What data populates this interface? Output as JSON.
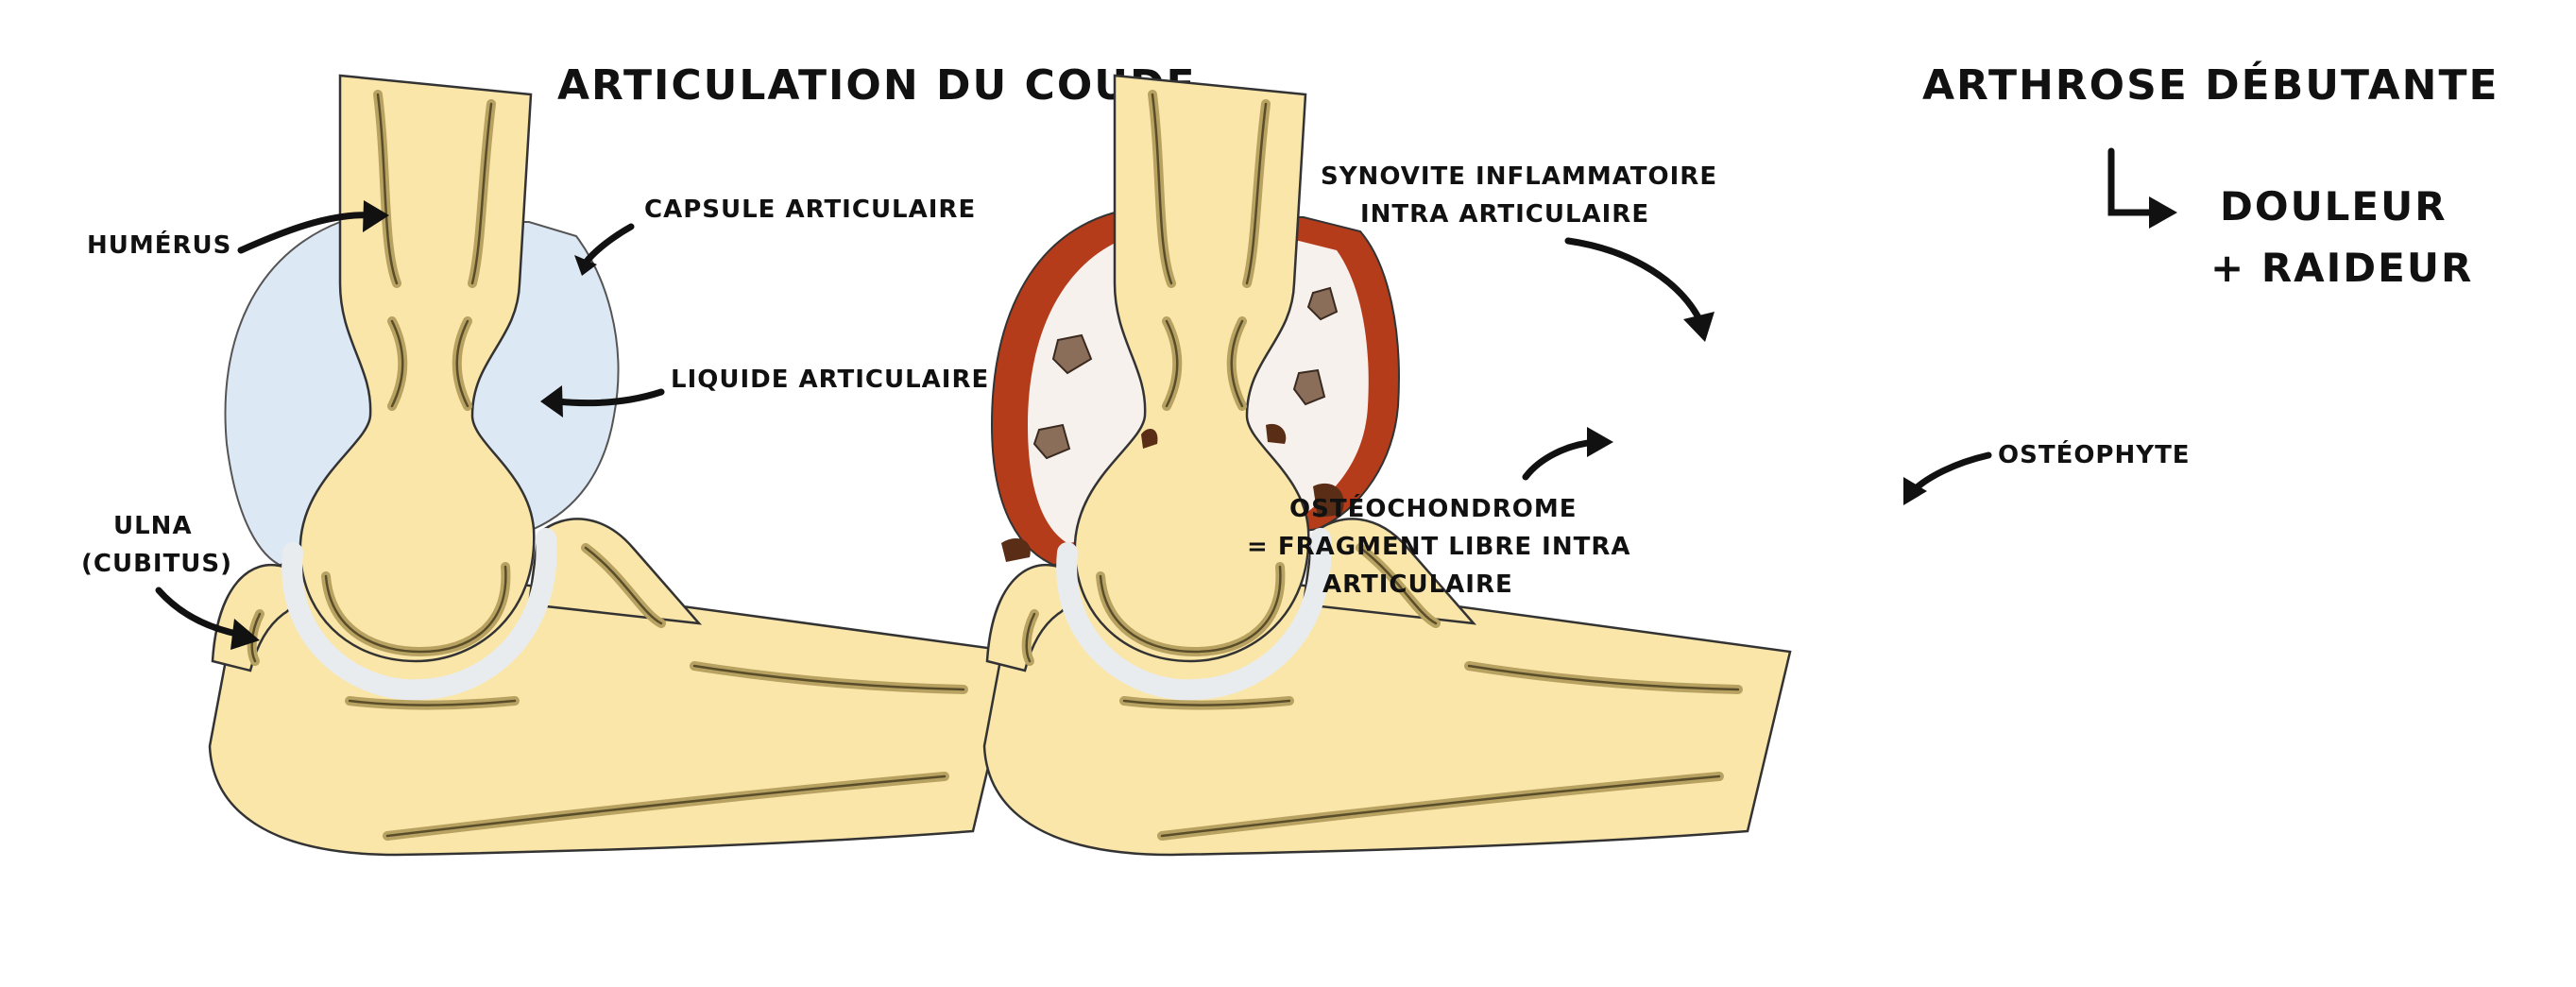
{
  "left_panel": {
    "title": "ARTICULATION DU COUDE",
    "labels": {
      "humerus": "HUMÉRUS",
      "capsule": "CAPSULE ARTICULAIRE",
      "liquide": "LIQUIDE ARTICULAIRE",
      "ulna_line1": "ULNA",
      "ulna_line2": "(CUBITUS)"
    }
  },
  "right_panel": {
    "title": "ARTHROSE DÉBUTANTE",
    "consequence_line1": "DOULEUR",
    "consequence_line2": "+ RAIDEUR",
    "labels": {
      "synovite_line1": "SYNOVITE INFLAMMATOIRE",
      "synovite_line2": "INTRA ARTICULAIRE",
      "osteophyte": "OSTÉOPHYTE",
      "osteo_line1": "OSTÉOCHONDROME",
      "osteo_line2": "= FRAGMENT LIBRE INTRA",
      "osteo_line3": "ARTICULAIRE"
    }
  },
  "colors": {
    "bone": "#fbe6a9",
    "synovial_fluid": "#dde8f5",
    "inflamed_synovium": "#b53c1a",
    "osteophyte": "#5a2e16"
  }
}
